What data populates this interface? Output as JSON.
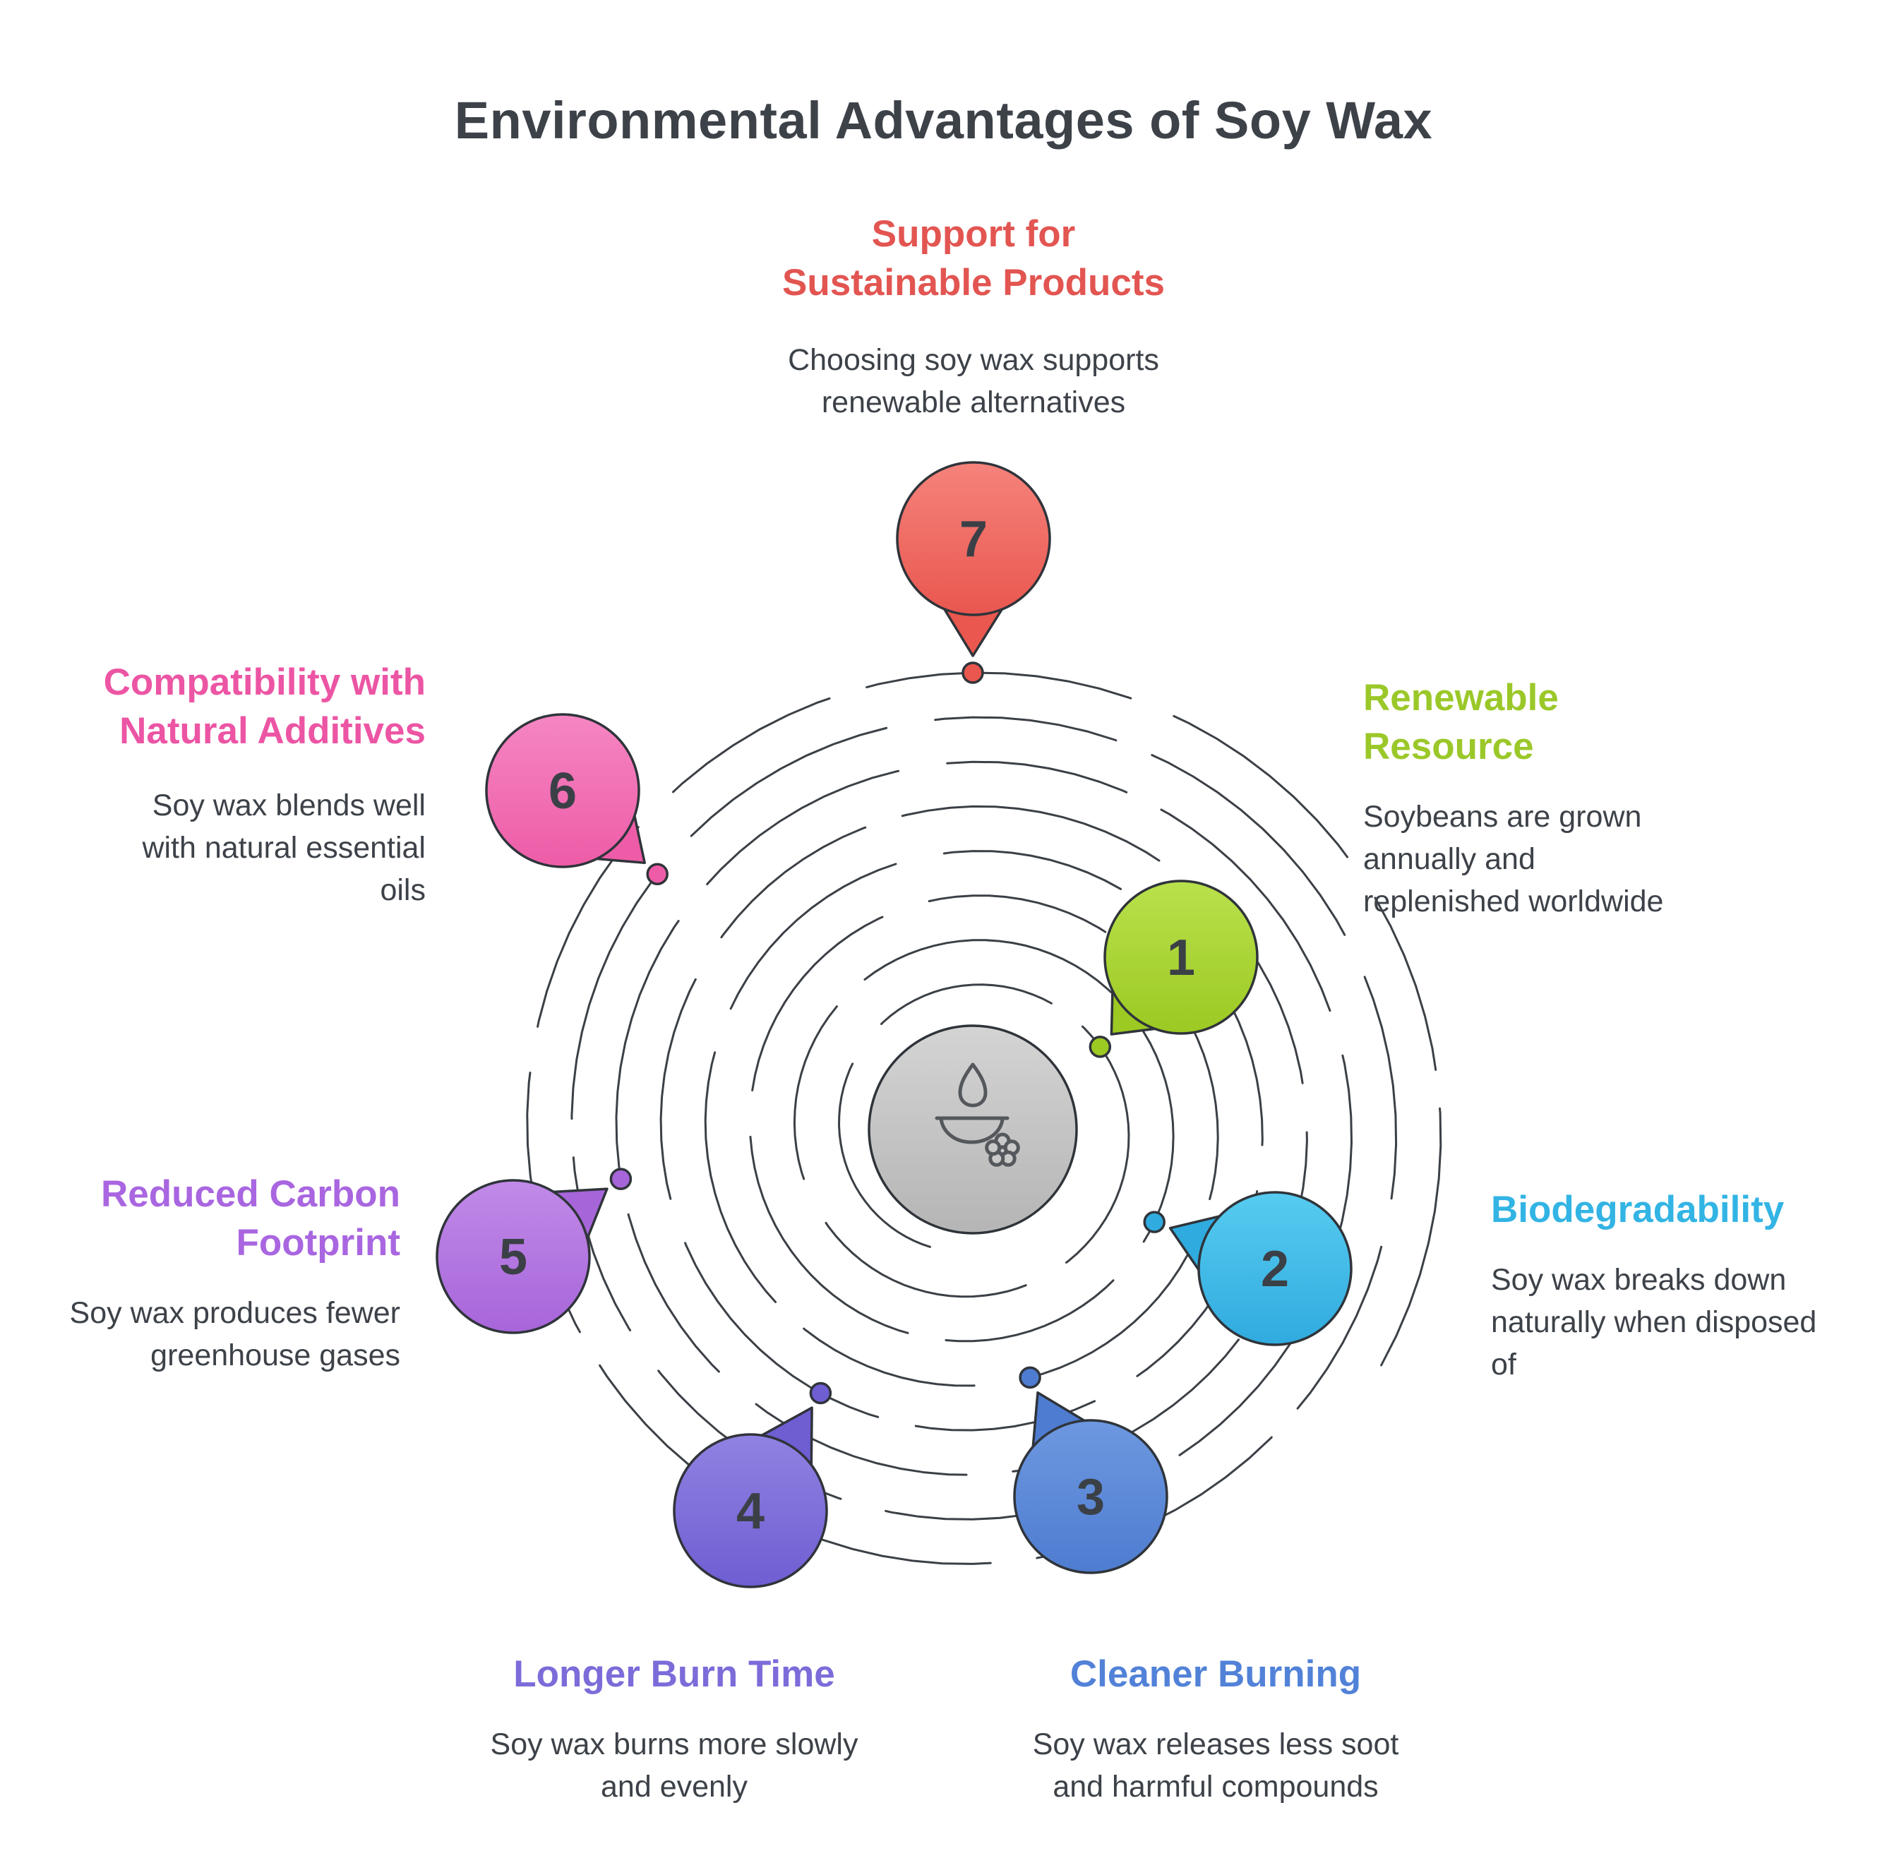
{
  "title": "Environmental Advantages of Soy Wax",
  "colors": {
    "title": "#3d4249",
    "text": "#3d4249",
    "line": "#3b4046",
    "outline": "#2f343a",
    "number": "#3b4046",
    "center_top": "#d4d4d4",
    "center_bottom": "#b5b5b5",
    "icon_stroke": "#54585c",
    "icon_fill": "#c9c9c9"
  },
  "center_icon": "candle-flame-with-flower",
  "items": [
    {
      "number": "1",
      "heading": "Renewable\nResource",
      "heading_color": "#9bc829",
      "description": "Soybeans are grown\nannually and\nreplenished worldwide",
      "bubble_top": "#b9e14c",
      "bubble_bottom": "#9cc922"
    },
    {
      "number": "2",
      "heading": "Biodegradability",
      "heading_color": "#32b4e4",
      "description": "Soy wax breaks down\nnaturally when disposed\nof",
      "bubble_top": "#57cbf0",
      "bubble_bottom": "#30abdf"
    },
    {
      "number": "3",
      "heading": "Cleaner Burning",
      "heading_color": "#5282d8",
      "description": "Soy wax releases less soot\nand harmful compounds",
      "bubble_top": "#6d98e0",
      "bubble_bottom": "#4e7cd0"
    },
    {
      "number": "4",
      "heading": "Longer Burn Time",
      "heading_color": "#7b6cd9",
      "description": "Soy wax burns more slowly\nand evenly",
      "bubble_top": "#9082e2",
      "bubble_bottom": "#6e5ed2"
    },
    {
      "number": "5",
      "heading": "Reduced Carbon\nFootprint",
      "heading_color": "#a966e0",
      "description": "Soy wax produces fewer\ngreenhouse gases",
      "bubble_top": "#c18ae8",
      "bubble_bottom": "#a765da"
    },
    {
      "number": "6",
      "heading": "Compatibility with\nNatural Additives",
      "heading_color": "#ec55a4",
      "description": "Soy wax blends well\nwith natural essential\noils",
      "bubble_top": "#f586c3",
      "bubble_bottom": "#ee5ca7"
    },
    {
      "number": "7",
      "heading": "Support for\nSustainable Products",
      "heading_color": "#e25551",
      "description": "Choosing soy wax supports\nrenewable alternatives",
      "bubble_top": "#f5837c",
      "bubble_bottom": "#e9574f"
    }
  ]
}
